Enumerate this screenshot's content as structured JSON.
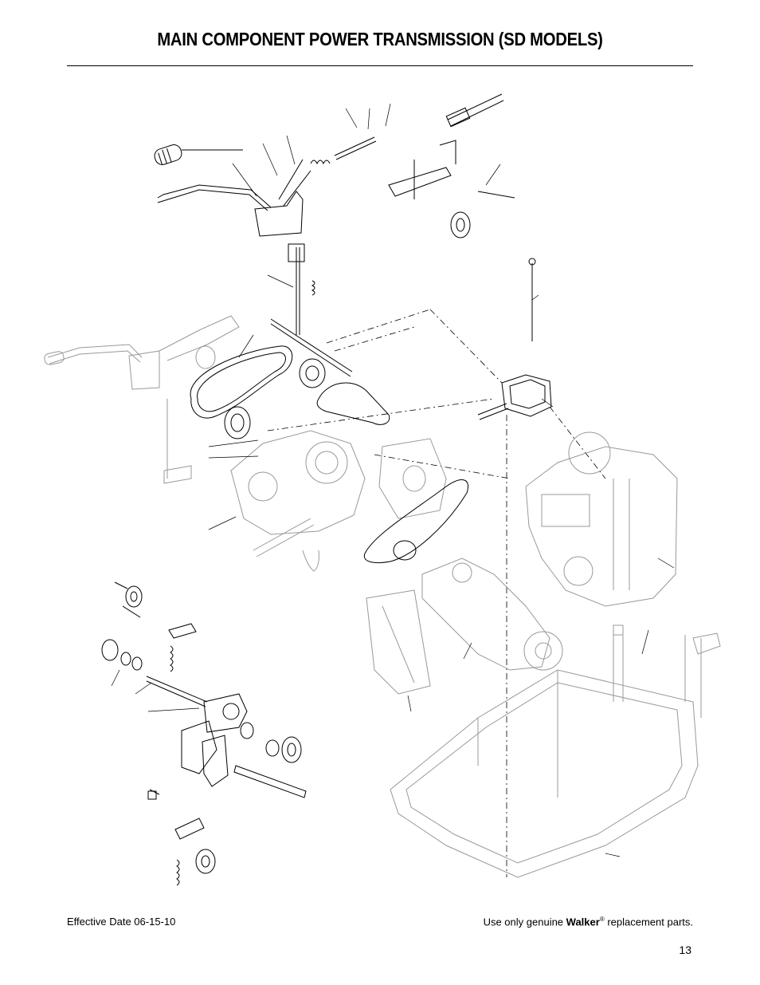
{
  "title": "MAIN COMPONENT POWER TRANSMISSION (SD MODELS)",
  "footer": {
    "effective_date": "Effective Date 06-15-10",
    "notice_prefix": "Use only genuine ",
    "brand": "Walker",
    "registered_mark": "®",
    "notice_suffix": " replacement parts.",
    "page_number": "13"
  }
}
